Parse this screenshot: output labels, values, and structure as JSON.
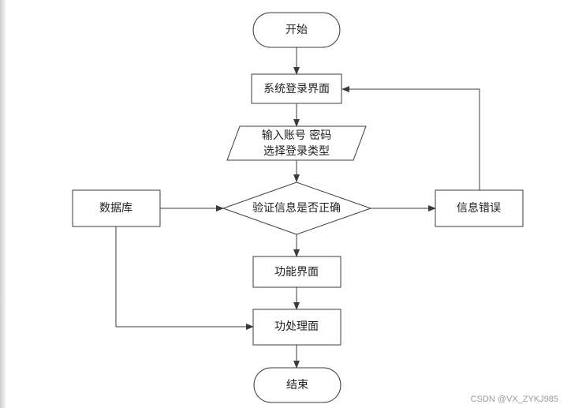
{
  "nodes": {
    "start": "开始",
    "login_screen": "系统登录界面",
    "input_line1": "输入账号 密码",
    "input_line2": "选择登录类型",
    "verify": "验证信息是否正确",
    "database": "数据库",
    "error": "信息错误",
    "function_screen": "功能界面",
    "function_processing": "功处理面",
    "end": "结束"
  },
  "watermark": "CSDN @VX_ZYKJ985"
}
